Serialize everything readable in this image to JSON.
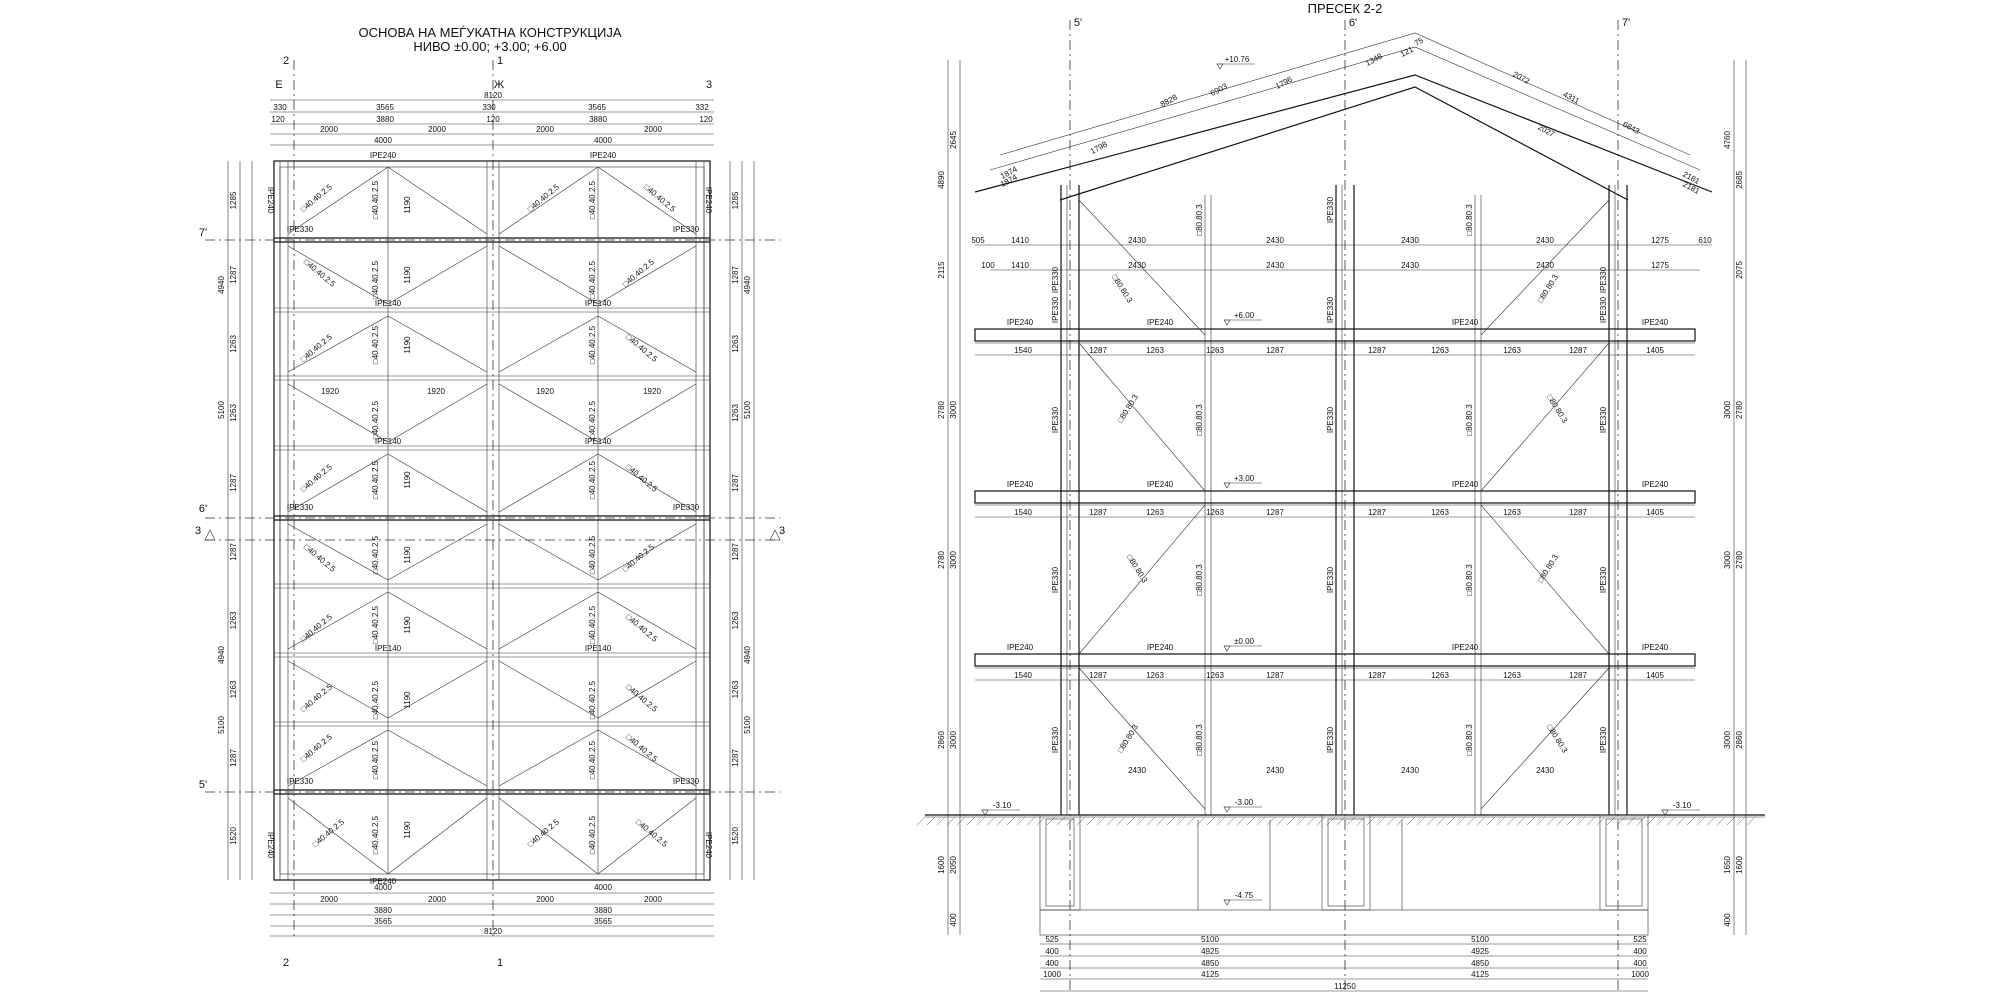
{
  "plan": {
    "title": "ОСНОВА НА МЕЃУКАТНА КОНСТРУКЦИЈА",
    "subtitle": "НИВО ±0.00; +3.00; +6.00",
    "axes_top": [
      "2",
      "1"
    ],
    "axes_letters": [
      "Е",
      "Ж",
      "3"
    ],
    "axes_rows": [
      "7'",
      "6'",
      "5'"
    ],
    "section_mark": "3",
    "top_dims": {
      "overall": "8120",
      "row2": [
        "330",
        "3565",
        "330",
        "3565",
        "332"
      ],
      "row3": [
        "120",
        "3880",
        "120",
        "3880",
        "120"
      ],
      "row4": [
        "2000",
        "2000",
        "2000",
        "2000"
      ],
      "row5": [
        "4000",
        "4000"
      ]
    },
    "bottom_dims": {
      "row1": [
        "4000",
        "4000"
      ],
      "row2": [
        "2000",
        "2000",
        "2000",
        "2000"
      ],
      "row3": [
        "3880",
        "3880"
      ],
      "row4": [
        "3565",
        "3565"
      ],
      "overall": "8120"
    },
    "left_dims": [
      "1285",
      "1287",
      "1263",
      "1263",
      "1287",
      "1287",
      "1263",
      "1263",
      "1287",
      "1520"
    ],
    "left_totals": [
      "4940",
      "5100",
      "4940",
      "5100"
    ],
    "mid_dims": [
      "1920",
      "1920",
      "1920",
      "1920"
    ],
    "beam_labels": [
      "IPE240",
      "IPE330",
      "IPE140",
      "IPE240",
      "IPE330"
    ],
    "brace_label": "□40.40.2.5",
    "mid_col_label": "1190"
  },
  "section": {
    "title": "ПРЕСЕК 2-2",
    "axes": [
      "5'",
      "6'",
      "7'"
    ],
    "levels": [
      "+10.76",
      "+6.00",
      "+3.00",
      "±0.00",
      "-3.00",
      "-3.10",
      "-4.75"
    ],
    "roof_dims_left": [
      "8828",
      "6903",
      "1796",
      "1798",
      "1874",
      "1874"
    ],
    "roof_dims_right": [
      "2072",
      "4311",
      "6843",
      "2027",
      "2181",
      "2181"
    ],
    "roof_top": [
      "1348",
      "121",
      "75"
    ],
    "left_heights": [
      "4890",
      "2645",
      "2115",
      "3000",
      "2780",
      "3000",
      "2780",
      "3000",
      "2860",
      "2050",
      "1600",
      "400"
    ],
    "right_heights": [
      "2685",
      "4760",
      "2075",
      "3000",
      "2780",
      "3000",
      "2780",
      "3000",
      "2860",
      "1650",
      "1600",
      "400"
    ],
    "bay_dims": [
      "2430",
      "2430",
      "2430",
      "2430"
    ],
    "bay_small": [
      "1410",
      "1275",
      "610",
      "505",
      "100"
    ],
    "floor_dims": [
      "1540",
      "1287",
      "1263",
      "1263",
      "1287",
      "1287",
      "1263",
      "1263",
      "1287",
      "1405"
    ],
    "labels": {
      "ipe240": "IPE240",
      "ipe330": "IPE330",
      "brace": "□80.80.3"
    },
    "bottom_dims": {
      "row1": [
        "525",
        "5100",
        "5100",
        "525"
      ],
      "row2": [
        "400",
        "4925",
        "4925",
        "400"
      ],
      "row3": [
        "400",
        "4850",
        "4850",
        "400"
      ],
      "row4": [
        "1000",
        "4125",
        "4125",
        "1000"
      ],
      "overall": "11250"
    }
  }
}
